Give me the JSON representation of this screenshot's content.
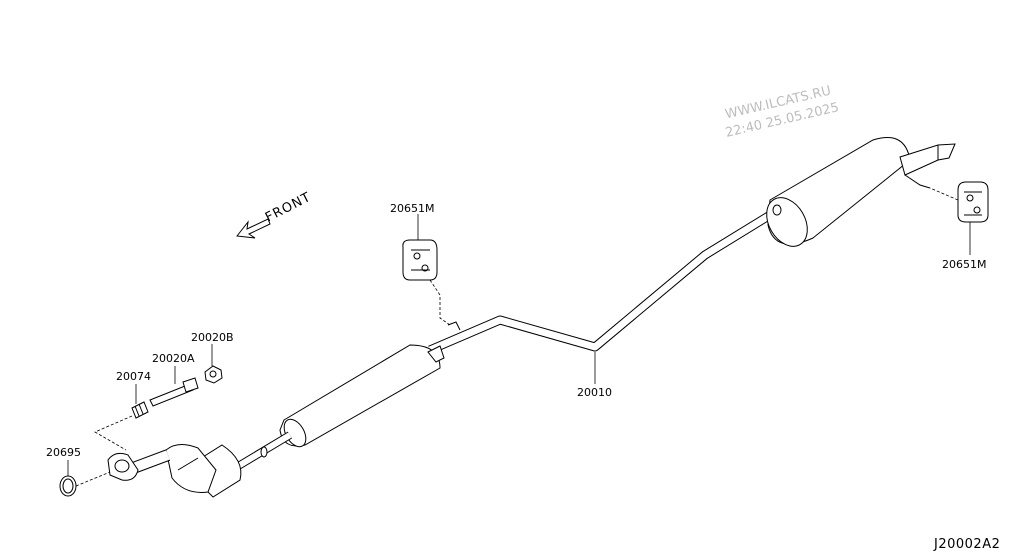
{
  "watermark": {
    "line1": "WWW.ILCATS.RU",
    "line2": "22:40 25.05.2025"
  },
  "direction_label": "FRONT",
  "diagram_code": "J20002A2",
  "parts": [
    {
      "id": "hanger_front",
      "number": "20651M"
    },
    {
      "id": "hanger_rear",
      "number": "20651M"
    },
    {
      "id": "exhaust_tube",
      "number": "20010"
    },
    {
      "id": "nut",
      "number": "20020B"
    },
    {
      "id": "stud_bolt",
      "number": "20020A"
    },
    {
      "id": "spring",
      "number": "20074"
    },
    {
      "id": "gasket",
      "number": "20695"
    }
  ]
}
